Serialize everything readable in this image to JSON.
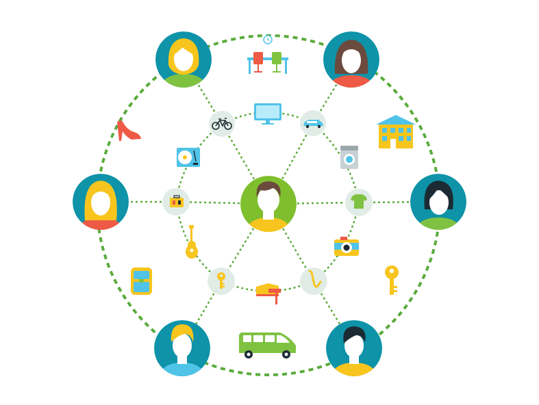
{
  "colors": {
    "dash_green": "#5aab3c",
    "hub_bg": "#e1ece7",
    "avatar_teal": "#0e93a8",
    "center_green": "#7fbf2e",
    "skin": "#ffffff",
    "hair_brown": "#6b4b3e",
    "hair_yellow": "#f7c51e",
    "hair_black": "#1c2b33",
    "shirt_green": "#7fc242",
    "shirt_red": "#ee5a45",
    "shirt_yellow": "#f7c51e",
    "shirt_blue": "#4fc3e8"
  },
  "diagram": {
    "center_person": {
      "id": "center-person",
      "hair": "brown-short",
      "shirt": "yellow"
    },
    "outer_people": [
      {
        "id": "person-top-left",
        "hair": "yellow-bob",
        "shirt": "green"
      },
      {
        "id": "person-top-right",
        "hair": "brown-long",
        "shirt": "red"
      },
      {
        "id": "person-right",
        "hair": "black-bob",
        "shirt": "green"
      },
      {
        "id": "person-bottom-right",
        "hair": "black-short",
        "shirt": "yellow"
      },
      {
        "id": "person-bottom-left",
        "hair": "yellow-short",
        "shirt": "blue"
      },
      {
        "id": "person-left",
        "hair": "yellow-long",
        "shirt": "red"
      }
    ],
    "hub_items": [
      {
        "id": "hub-bicycle",
        "icon": "bicycle-icon"
      },
      {
        "id": "hub-car",
        "icon": "car-icon"
      },
      {
        "id": "hub-tshirt",
        "icon": "tshirt-icon"
      },
      {
        "id": "hub-saxophone",
        "icon": "saxophone-icon"
      },
      {
        "id": "hub-key",
        "icon": "key-icon"
      },
      {
        "id": "hub-suitcase",
        "icon": "suitcase-icon"
      }
    ],
    "free_items": [
      {
        "id": "item-desk",
        "icon": "desk-chairs-clock-icon"
      },
      {
        "id": "item-monitor",
        "icon": "monitor-icon"
      },
      {
        "id": "item-house",
        "icon": "apartment-building-icon"
      },
      {
        "id": "item-washer",
        "icon": "washing-machine-icon"
      },
      {
        "id": "item-heel",
        "icon": "high-heel-shoe-icon"
      },
      {
        "id": "item-turntable",
        "icon": "record-player-icon"
      },
      {
        "id": "item-guitar",
        "icon": "guitar-icon"
      },
      {
        "id": "item-backpack",
        "icon": "backpack-icon"
      },
      {
        "id": "item-camera",
        "icon": "camera-icon"
      },
      {
        "id": "item-key-large",
        "icon": "key-icon"
      },
      {
        "id": "item-drill",
        "icon": "jigsaw-tool-icon"
      },
      {
        "id": "item-van",
        "icon": "minivan-icon"
      }
    ]
  }
}
